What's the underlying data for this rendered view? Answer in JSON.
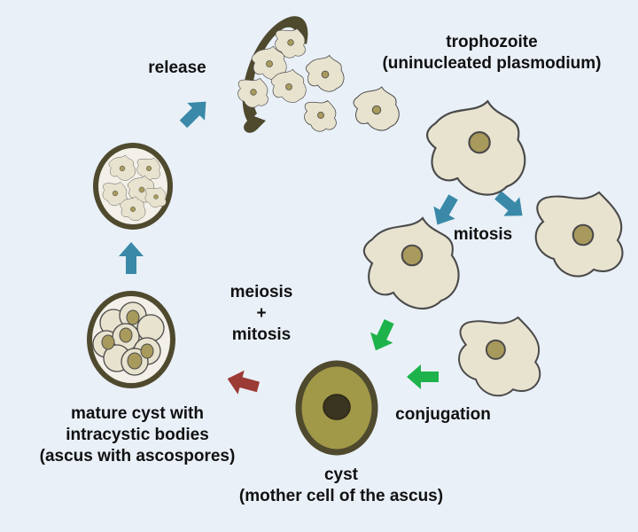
{
  "labels": {
    "release": "release",
    "trophozoite": [
      "trophozoite",
      "(uninucleated plasmodium)"
    ],
    "mitosis": "mitosis",
    "meiosis": [
      "meiosis",
      "+",
      "mitosis"
    ],
    "conjugation": "conjugation",
    "cyst": [
      "cyst",
      "(mother cell of the ascus)"
    ],
    "mature_cyst": [
      "mature cyst with",
      "intracystic bodies",
      "(ascus with ascospores)"
    ]
  },
  "colors": {
    "background": "#e9f0f8",
    "cell_fill": "#e8e3cf",
    "cell_outline": "#4a4a4a",
    "nucleus_fill": "#a89a5c",
    "cyst_wall": "#4f4a2e",
    "cyst_fill": "#a19848",
    "arrow_blue": "#3a89a8",
    "arrow_green": "#1db34a",
    "arrow_red": "#9c3a35"
  }
}
